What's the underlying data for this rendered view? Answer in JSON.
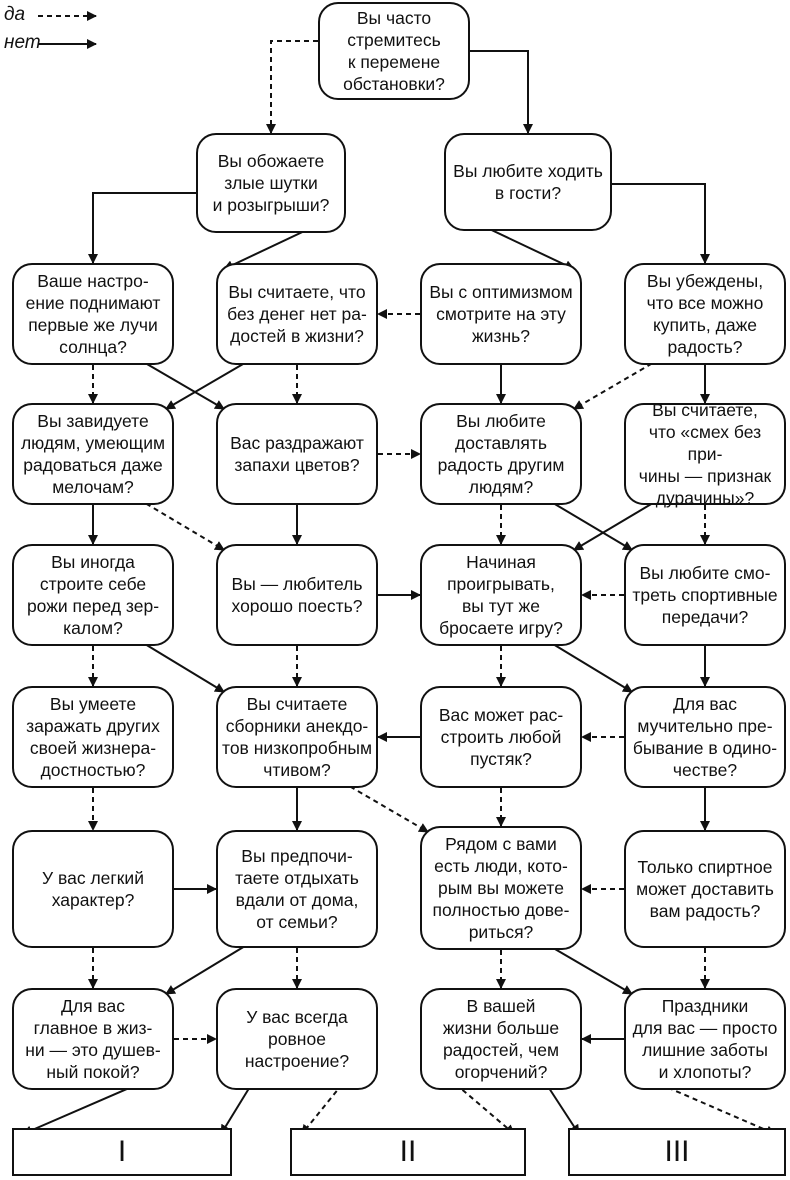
{
  "legend": {
    "yes": "да",
    "no": "нет"
  },
  "nodes": {
    "q1": "Вы часто\nстремитесь\nк перемене\nобстановки?",
    "q2": "Вы обожаете\nзлые шутки\nи розыгрыши?",
    "q3": "Вы любите ходить\nв гости?",
    "q4": "Ваше настро-\nение поднимают\nпервые же лучи\nсолнца?",
    "q5": "Вы считаете, что\nбез денег нет ра-\nдостей в жизни?",
    "q6": "Вы с оптимизмом\nсмотрите на эту\nжизнь?",
    "q7": "Вы убеждены,\nчто все можно\nкупить, даже\nрадость?",
    "q8": "Вы завидуете\nлюдям, умеющим\nрадоваться даже\nмелочам?",
    "q9": "Вас раздражают\nзапахи цветов?",
    "q10": "Вы любите\nдоставлять\nрадость другим\nлюдям?",
    "q11": "Вы считаете,\nчто «смех без при-\nчины — признак\nдурачины»?",
    "q12": "Вы иногда\nстроите себе\nрожи перед зер-\nкалом?",
    "q13": "Вы — любитель\nхорошо поесть?",
    "q14": "Начиная\nпроигрывать,\nвы тут же\nбросаете игру?",
    "q15": "Вы любите смо-\nтреть спортивные\nпередачи?",
    "q16": "Вы умеете\nзаражать других\nсвоей жизнера-\nдостностью?",
    "q17": "Вы считаете\nсборники анекдо-\nтов низкопробным\nчтивом?",
    "q18": "Вас может рас-\nстроить любой\nпустяк?",
    "q19": "Для вас\nмучительно пре-\nбывание в одино-\nчестве?",
    "q20": "У вас легкий\nхарактер?",
    "q21": "Вы предпочи-\nтаете отдыхать\nвдали от дома,\nот семьи?",
    "q22": "Рядом с вами\nесть люди, кото-\nрым вы можете\nполностью дове-\nриться?",
    "q23": "Только спиртное\nможет доставить\nвам радость?",
    "q24": "Для вас\nглавное в жиз-\nни — это душев-\nный покой?",
    "q25": "У вас всегда\nровное\nнастроение?",
    "q26": "В вашей\nжизни больше\nрадостей, чем\nогорчений?",
    "q27": "Праздники\nдля вас — просто\nлишние заботы\nи хлопоты?"
  },
  "results": {
    "r1": "I",
    "r2": "II",
    "r3": "III"
  },
  "edges": [
    {
      "from": "q1",
      "to": "q2",
      "type": "yes"
    },
    {
      "from": "q1",
      "to": "q3",
      "type": "no"
    },
    {
      "from": "q2",
      "to": "q4",
      "type": "no"
    },
    {
      "from": "q2",
      "to": "q5",
      "type": "no"
    },
    {
      "from": "q3",
      "to": "q6",
      "type": "no"
    },
    {
      "from": "q3",
      "to": "q7",
      "type": "no"
    },
    {
      "from": "q6",
      "to": "q5",
      "type": "yes"
    },
    {
      "from": "q4",
      "to": "q8",
      "type": "yes"
    },
    {
      "from": "q4",
      "to": "q9",
      "type": "no"
    },
    {
      "from": "q5",
      "to": "q8",
      "type": "no"
    },
    {
      "from": "q5",
      "to": "q9",
      "type": "yes"
    },
    {
      "from": "q6",
      "to": "q10",
      "type": "no"
    },
    {
      "from": "q7",
      "to": "q10",
      "type": "yes"
    },
    {
      "from": "q7",
      "to": "q11",
      "type": "no"
    },
    {
      "from": "q9",
      "to": "q10",
      "type": "yes"
    },
    {
      "from": "q8",
      "to": "q12",
      "type": "no"
    },
    {
      "from": "q8",
      "to": "q13",
      "type": "yes"
    },
    {
      "from": "q9",
      "to": "q13",
      "type": "no"
    },
    {
      "from": "q10",
      "to": "q14",
      "type": "yes"
    },
    {
      "from": "q10",
      "to": "q15",
      "type": "no"
    },
    {
      "from": "q11",
      "to": "q14",
      "type": "no"
    },
    {
      "from": "q11",
      "to": "q15",
      "type": "yes"
    },
    {
      "from": "q13",
      "to": "q14",
      "type": "no"
    },
    {
      "from": "q15",
      "to": "q14",
      "type": "yes"
    },
    {
      "from": "q12",
      "to": "q16",
      "type": "yes"
    },
    {
      "from": "q12",
      "to": "q17",
      "type": "no"
    },
    {
      "from": "q13",
      "to": "q17",
      "type": "yes"
    },
    {
      "from": "q14",
      "to": "q18",
      "type": "yes"
    },
    {
      "from": "q14",
      "to": "q19",
      "type": "no"
    },
    {
      "from": "q15",
      "to": "q19",
      "type": "no"
    },
    {
      "from": "q18",
      "to": "q17",
      "type": "no"
    },
    {
      "from": "q19",
      "to": "q18",
      "type": "yes"
    },
    {
      "from": "q16",
      "to": "q20",
      "type": "yes"
    },
    {
      "from": "q17",
      "to": "q21",
      "type": "no"
    },
    {
      "from": "q17",
      "to": "q22",
      "type": "yes"
    },
    {
      "from": "q18",
      "to": "q22",
      "type": "yes"
    },
    {
      "from": "q19",
      "to": "q23",
      "type": "no"
    },
    {
      "from": "q20",
      "to": "q21",
      "type": "no"
    },
    {
      "from": "q23",
      "to": "q22",
      "type": "yes"
    },
    {
      "from": "q20",
      "to": "q24",
      "type": "yes"
    },
    {
      "from": "q21",
      "to": "q24",
      "type": "no"
    },
    {
      "from": "q21",
      "to": "q25",
      "type": "yes"
    },
    {
      "from": "q22",
      "to": "q26",
      "type": "yes"
    },
    {
      "from": "q22",
      "to": "q27",
      "type": "no"
    },
    {
      "from": "q23",
      "to": "q27",
      "type": "yes"
    },
    {
      "from": "q24",
      "to": "q25",
      "type": "yes"
    },
    {
      "from": "q27",
      "to": "q26",
      "type": "no"
    },
    {
      "from": "q24",
      "to": "r1",
      "type": "no"
    },
    {
      "from": "q25",
      "to": "r1",
      "type": "no"
    },
    {
      "from": "q25",
      "to": "r2",
      "type": "yes"
    },
    {
      "from": "q26",
      "to": "r2",
      "type": "yes"
    },
    {
      "from": "q26",
      "to": "r3",
      "type": "no"
    },
    {
      "from": "q27",
      "to": "r3",
      "type": "yes"
    }
  ]
}
